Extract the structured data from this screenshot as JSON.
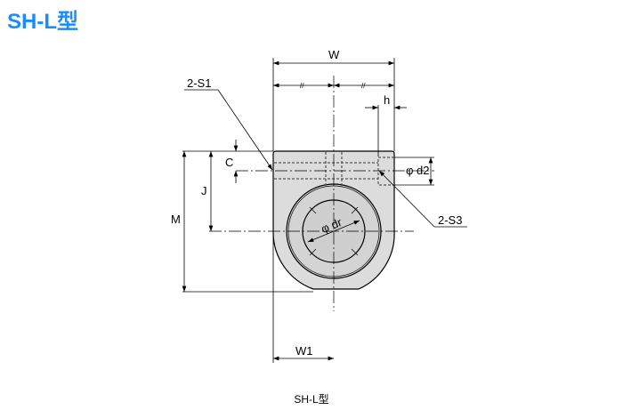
{
  "title": "SH-L型",
  "caption": "SH-L型",
  "colors": {
    "title": "#1a8cff",
    "body_fill": "#dcdcdc",
    "bore_fill": "#cfcfcf"
  },
  "labels": {
    "W": "W",
    "W1": "W1",
    "M": "M",
    "J": "J",
    "C": "C",
    "h": "h",
    "d2": "φ d2",
    "dr": "φ dr",
    "S1": "2-S1",
    "S3": "2-S3",
    "equal": "//"
  }
}
